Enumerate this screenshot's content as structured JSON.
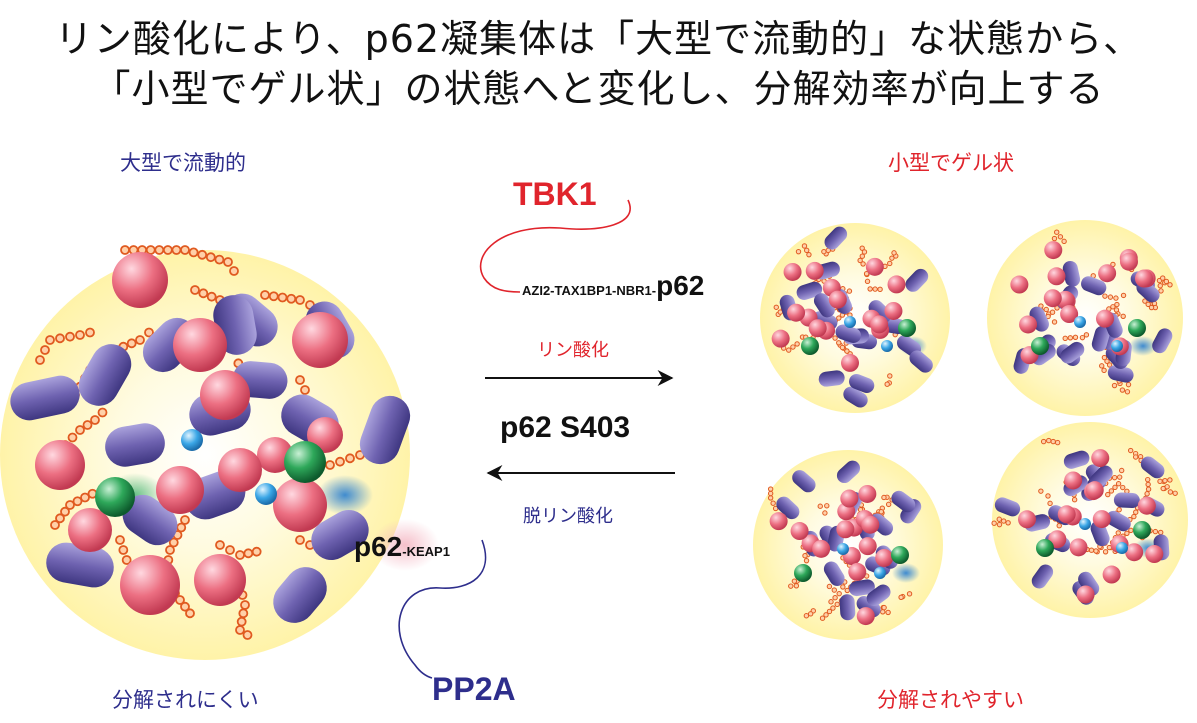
{
  "title": {
    "line1": "リン酸化により、p62凝集体は「大型で流動的」な状態から、",
    "line2": "「小型でゲル状」の状態へと変化し、分解効率が向上する"
  },
  "left": {
    "top_label": "大型で流動的",
    "bottom_label": "分解されにくい"
  },
  "right": {
    "top_label": "小型でゲル状",
    "bottom_label": "分解されやすい"
  },
  "center": {
    "kinase": "TBK1",
    "kinase_complex_prefix": "AZI2-TAX1BP1-NBR1-",
    "kinase_complex_p62": "p62",
    "phosphorylation": "リン酸化",
    "site": "p62 S403",
    "dephosphorylation": "脱リン酸化",
    "phosphatase": "PP2A",
    "phosphatase_p62": "p62",
    "phosphatase_partner": "-KEAP1"
  },
  "colors": {
    "blue": "#2e2e8c",
    "red": "#e0242c",
    "halo": "#fff7b8",
    "pink": "#e8667a",
    "purple": "#7064b2",
    "green": "#1f9a4c",
    "cyan": "#3aa6e6",
    "chain": "#e05a20"
  }
}
